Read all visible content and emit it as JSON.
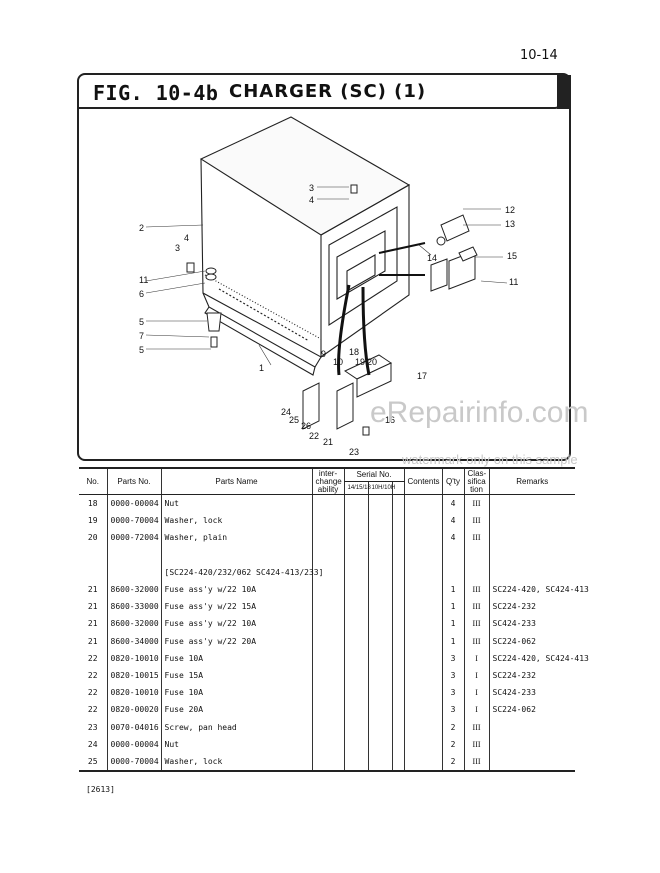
{
  "page": {
    "number": "10-14"
  },
  "figure": {
    "id": "FIG. 10-4b",
    "title": "CHARGER (SC) (1)"
  },
  "callouts": [
    "1",
    "2",
    "3",
    "4",
    "3",
    "4",
    "5",
    "6",
    "7",
    "8",
    "9",
    "10",
    "11",
    "12",
    "13",
    "14",
    "15",
    "16",
    "17",
    "18",
    "19",
    "20",
    "21",
    "22",
    "23",
    "24",
    "25",
    "26"
  ],
  "watermark": {
    "main": "eRepairinfo.com",
    "sub": "watermark only on this sample"
  },
  "table": {
    "headers": {
      "no": "No.",
      "parts_no": "Parts No.",
      "parts_name": "Parts Name",
      "interchangeability": [
        "inter-",
        "change",
        "ability"
      ],
      "serial_no": "Serial No.",
      "serial_cols": [
        "14/15/18",
        "10H/10H",
        ""
      ],
      "contents": "Contents",
      "qty": "Q'ty",
      "classification": [
        "Clas-",
        "sifica",
        "tion"
      ],
      "remarks": "Remarks"
    },
    "rows": [
      {
        "no": "18",
        "part": "0000-00004",
        "name": "Nut",
        "qty": "4",
        "cls": "III",
        "remarks": ""
      },
      {
        "no": "19",
        "part": "0000-70004",
        "name": "Washer, lock",
        "qty": "4",
        "cls": "III",
        "remarks": ""
      },
      {
        "no": "20",
        "part": "0000-72004",
        "name": "Washer, plain",
        "qty": "4",
        "cls": "III",
        "remarks": ""
      },
      {
        "no": "",
        "part": "",
        "name": "",
        "qty": "",
        "cls": "",
        "remarks": ""
      },
      {
        "no": "",
        "part": "",
        "name": "[SC224-420/232/062 SC424-413/233]",
        "qty": "",
        "cls": "",
        "remarks": ""
      },
      {
        "no": "21",
        "part": "8600-32000",
        "name": "Fuse ass'y w/22 10A",
        "qty": "1",
        "cls": "III",
        "remarks": "SC224-420, SC424-413"
      },
      {
        "no": "21",
        "part": "8600-33000",
        "name": "Fuse ass'y w/22 15A",
        "qty": "1",
        "cls": "III",
        "remarks": "SC224-232"
      },
      {
        "no": "21",
        "part": "8600-32000",
        "name": "Fuse ass'y w/22 10A",
        "qty": "1",
        "cls": "III",
        "remarks": "SC424-233"
      },
      {
        "no": "21",
        "part": "8600-34000",
        "name": "Fuse ass'y w/22 20A",
        "qty": "1",
        "cls": "III",
        "remarks": "SC224-062"
      },
      {
        "no": "22",
        "part": "0820-10010",
        "name": "Fuse 10A",
        "qty": "3",
        "cls": "I",
        "remarks": "SC224-420, SC424-413"
      },
      {
        "no": "22",
        "part": "0820-10015",
        "name": "Fuse 15A",
        "qty": "3",
        "cls": "I",
        "remarks": "SC224-232"
      },
      {
        "no": "22",
        "part": "0820-10010",
        "name": "Fuse 10A",
        "qty": "3",
        "cls": "I",
        "remarks": "SC424-233"
      },
      {
        "no": "22",
        "part": "0820-00020",
        "name": "Fuse 20A",
        "qty": "3",
        "cls": "I",
        "remarks": "SC224-062"
      },
      {
        "no": "23",
        "part": "0070-04016",
        "name": "Screw, pan head",
        "qty": "2",
        "cls": "III",
        "remarks": ""
      },
      {
        "no": "24",
        "part": "0000-00004",
        "name": "Nut",
        "qty": "2",
        "cls": "III",
        "remarks": ""
      },
      {
        "no": "25",
        "part": "0000-70004",
        "name": "Washer, lock",
        "qty": "2",
        "cls": "III",
        "remarks": ""
      }
    ]
  },
  "footer": {
    "code": "[2613]"
  }
}
